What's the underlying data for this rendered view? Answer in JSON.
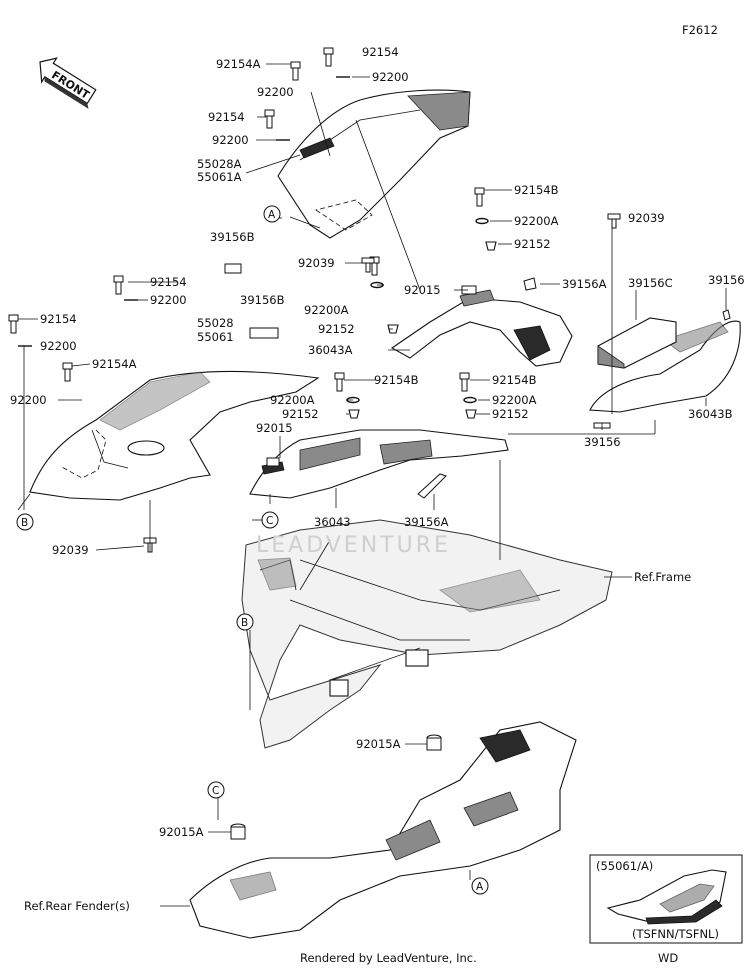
{
  "diagram_code": "F2612",
  "front_label": "FRONT",
  "watermark": "LEADVENTURE",
  "footer": "Rendered by LeadVenture, Inc.",
  "part_labels": {
    "p92154_top": "92154",
    "p92154A_top": "92154A",
    "p92200_top_r": "92200",
    "p92200_top_l": "92200",
    "p92154_mid": "92154",
    "p92200_mid": "92200",
    "p55028A": "55028A",
    "p55061A": "55061A",
    "p39156B_a": "39156B",
    "p92039_a": "92039",
    "p92154_left2": "92154",
    "p92200_left2": "92200",
    "p39156B_b": "39156B",
    "p55028": "55028",
    "p55061": "55061",
    "p92154_left": "92154",
    "p92200_left": "92200",
    "p92154A_left": "92154A",
    "p92200_left3": "92200",
    "p92039_b": "92039",
    "p92154B_a": "92154B",
    "p92200A_a": "92200A",
    "p92152_a": "92152",
    "p92039_c": "92039",
    "p39156A_a": "39156A",
    "p92015_a": "92015",
    "p92200A_b": "92200A",
    "p92152_b": "92152",
    "p36043A": "36043A",
    "p39156C": "39156C",
    "p39156_r": "39156",
    "p36043B": "36043B",
    "p92154B_b": "92154B",
    "p92200A_c": "92200A",
    "p92152_c": "92152",
    "p92015_b": "92015",
    "p92154B_c": "92154B",
    "p92200A_d": "92200A",
    "p92152_d": "92152",
    "p39156_mid": "39156",
    "p36043": "36043",
    "p39156A_b": "39156A",
    "p92015A_a": "92015A",
    "p92015A_b": "92015A"
  },
  "references": {
    "frame": "Ref.Frame",
    "rear_fender": "Ref.Rear Fender(s)"
  },
  "callouts": {
    "A": "A",
    "B": "B",
    "C": "C"
  },
  "inset": {
    "title": "(55061/A)",
    "models": "(TSFNN/TSFNL)",
    "caption": "WD"
  }
}
